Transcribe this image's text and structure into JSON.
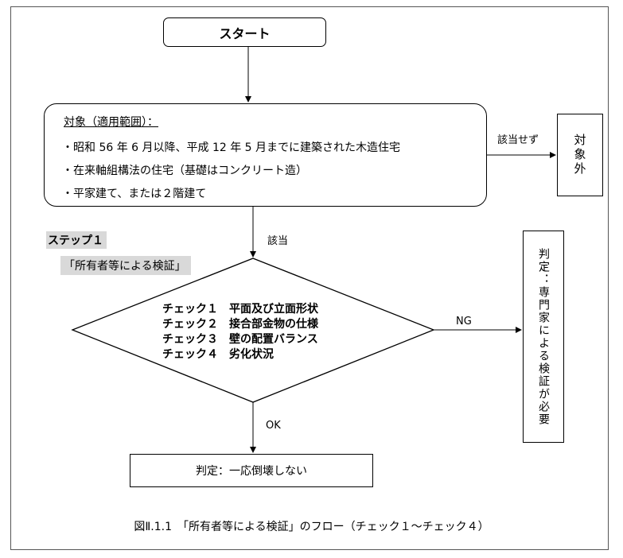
{
  "start": "スタート",
  "scope": {
    "title": "対象（適用範囲）：",
    "items": [
      "・昭和 56 年 6 月以降、平成 12 年 5 月までに建築された木造住宅",
      "・在来軸組構法の住宅（基礎はコンクリート造）",
      "・平家建て、または２階建て"
    ]
  },
  "not_applicable_label": "該当せず",
  "excluded": "対象外",
  "applicable_label": "該当",
  "step": {
    "label": "ステップ１",
    "subtitle": "「所有者等による検証」"
  },
  "checks": [
    "チェック１　平面及び立面形状",
    "チェック２　接合部金物の仕様",
    "チェック３　壁の配置バランス",
    "チェック４　劣化状況"
  ],
  "ng_label": "NG",
  "ok_label": "OK",
  "expert_result": "判定：専門家による検証が必要",
  "ok_result": "判定：一応倒壊しない",
  "caption": "図Ⅱ.1.1　「所有者等による検証」のフロー（チェック１～チェック４）"
}
